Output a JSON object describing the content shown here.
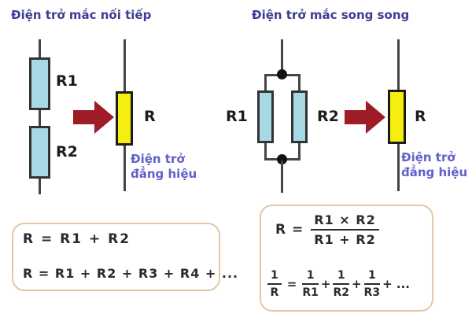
{
  "colors": {
    "title_text": "#3d3d94",
    "caption_text": "#6161c8",
    "wire": "#454545",
    "node": "#111111",
    "resistor_fill": "#a7d9e4",
    "equivalent_fill": "#f6ee0f",
    "arrow": "#9e1c26",
    "formula_text": "#2b2b2b",
    "box_border": "#e4c6a6"
  },
  "series": {
    "title": "Điện trở mắc nối tiếp",
    "r1_label": "R1",
    "r2_label": "R2",
    "r_label": "R",
    "equiv_caption_line1": "Điện trở",
    "equiv_caption_line2": "đẳng hiệu"
  },
  "parallel": {
    "title": "Điện trở mắc song song",
    "r1_label": "R1",
    "r2_label": "R2",
    "r_label": "R",
    "equiv_caption_line1": "Điện trở",
    "equiv_caption_line2": "đẳng hiệu"
  },
  "formulas": {
    "series_box": {
      "line1": "R = R1 + R2",
      "line2": "R = R1 + R2 + R3 + R4 + ..."
    },
    "parallel_box": {
      "row1_lhs": "R =",
      "row1_num": "R1 × R2",
      "row1_den": "R1 + R2",
      "row2_lhs_num": "1",
      "row2_lhs_den": "R",
      "row2_equals": "=",
      "row2_f1_num": "1",
      "row2_f1_den": "R1",
      "row2_plus1": "+",
      "row2_f2_num": "1",
      "row2_f2_den": "R2",
      "row2_plus2": "+",
      "row2_f3_num": "1",
      "row2_f3_den": "R3",
      "row2_tail": "+ ..."
    }
  }
}
